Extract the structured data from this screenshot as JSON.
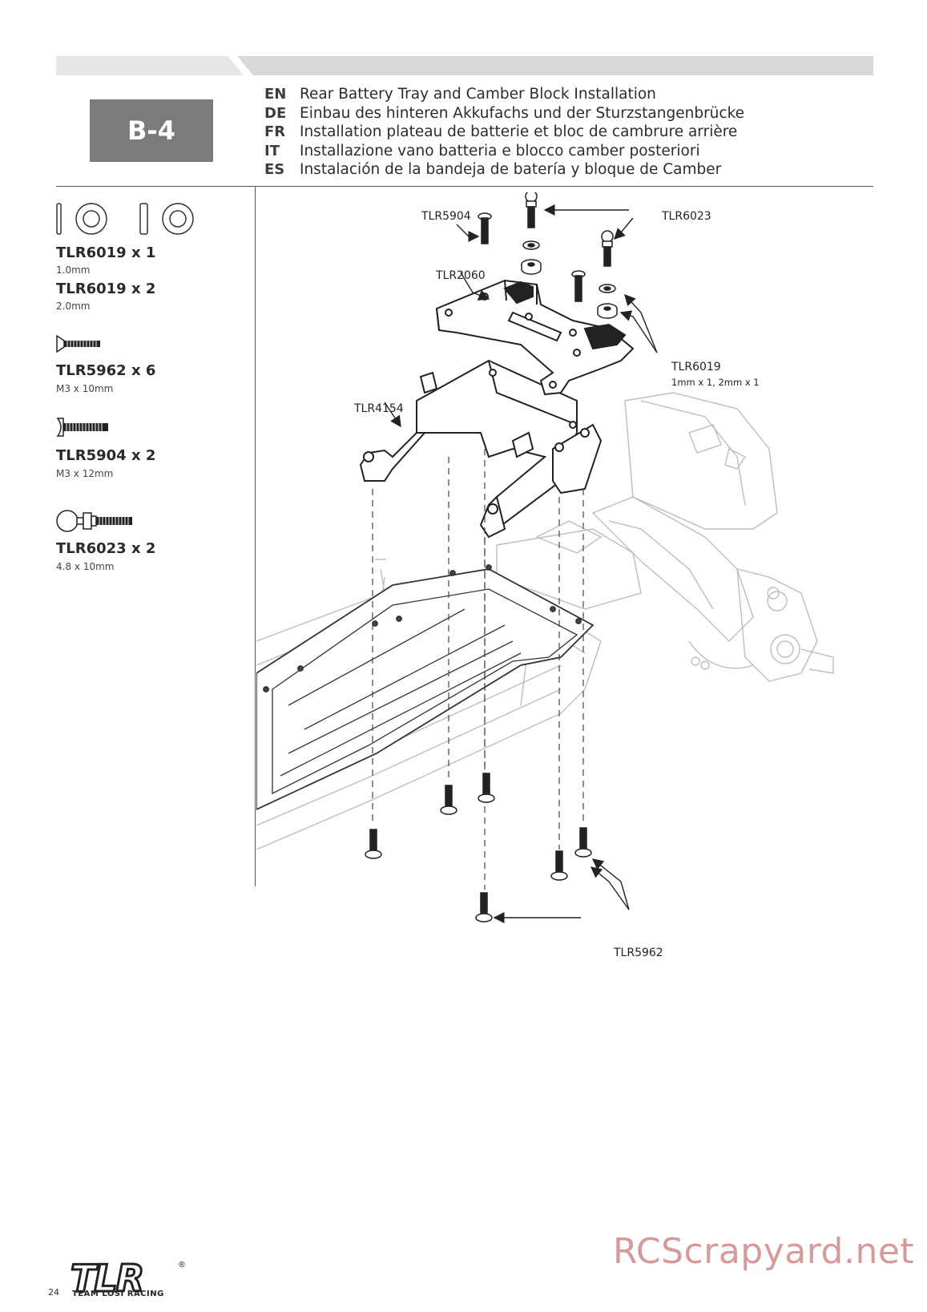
{
  "step": {
    "code": "B-4"
  },
  "titles": [
    {
      "lang": "EN",
      "text": "Rear Battery Tray and Camber Block Installation"
    },
    {
      "lang": "DE",
      "text": "Einbau des hinteren Akkufachs und der Sturzstangenbrücke"
    },
    {
      "lang": "FR",
      "text": "Installation plateau de batterie et bloc de cambrure arrière"
    },
    {
      "lang": "IT",
      "text": "Installazione vano batteria e blocco camber posteriori"
    },
    {
      "lang": "ES",
      "text": "Instalación de la bandeja de batería y bloque de Camber"
    }
  ],
  "parts": [
    {
      "label": "TLR6019 x 1",
      "size": "1.0mm"
    },
    {
      "label": "TLR6019 x 2",
      "size": "2.0mm"
    },
    {
      "label": "TLR5962 x 6",
      "size": "M3 x 10mm"
    },
    {
      "label": "TLR5904 x 2",
      "size": "M3 x 12mm"
    },
    {
      "label": "TLR6023 x 2",
      "size": "4.8 x 10mm"
    }
  ],
  "callouts": {
    "tlr5904": "TLR5904",
    "tlr6023": "TLR6023",
    "tlr2060": "TLR2060",
    "tlr6019": "TLR6019",
    "tlr6019_sub": "1mm x 1, 2mm x 1",
    "tlr4154": "TLR4154",
    "tlr5962": "TLR5962"
  },
  "footer": {
    "page_number": "24",
    "logo_text": "TLR",
    "logo_subtitle": "TEAM LOSI RACING",
    "watermark": "RCScrapyard.net"
  }
}
